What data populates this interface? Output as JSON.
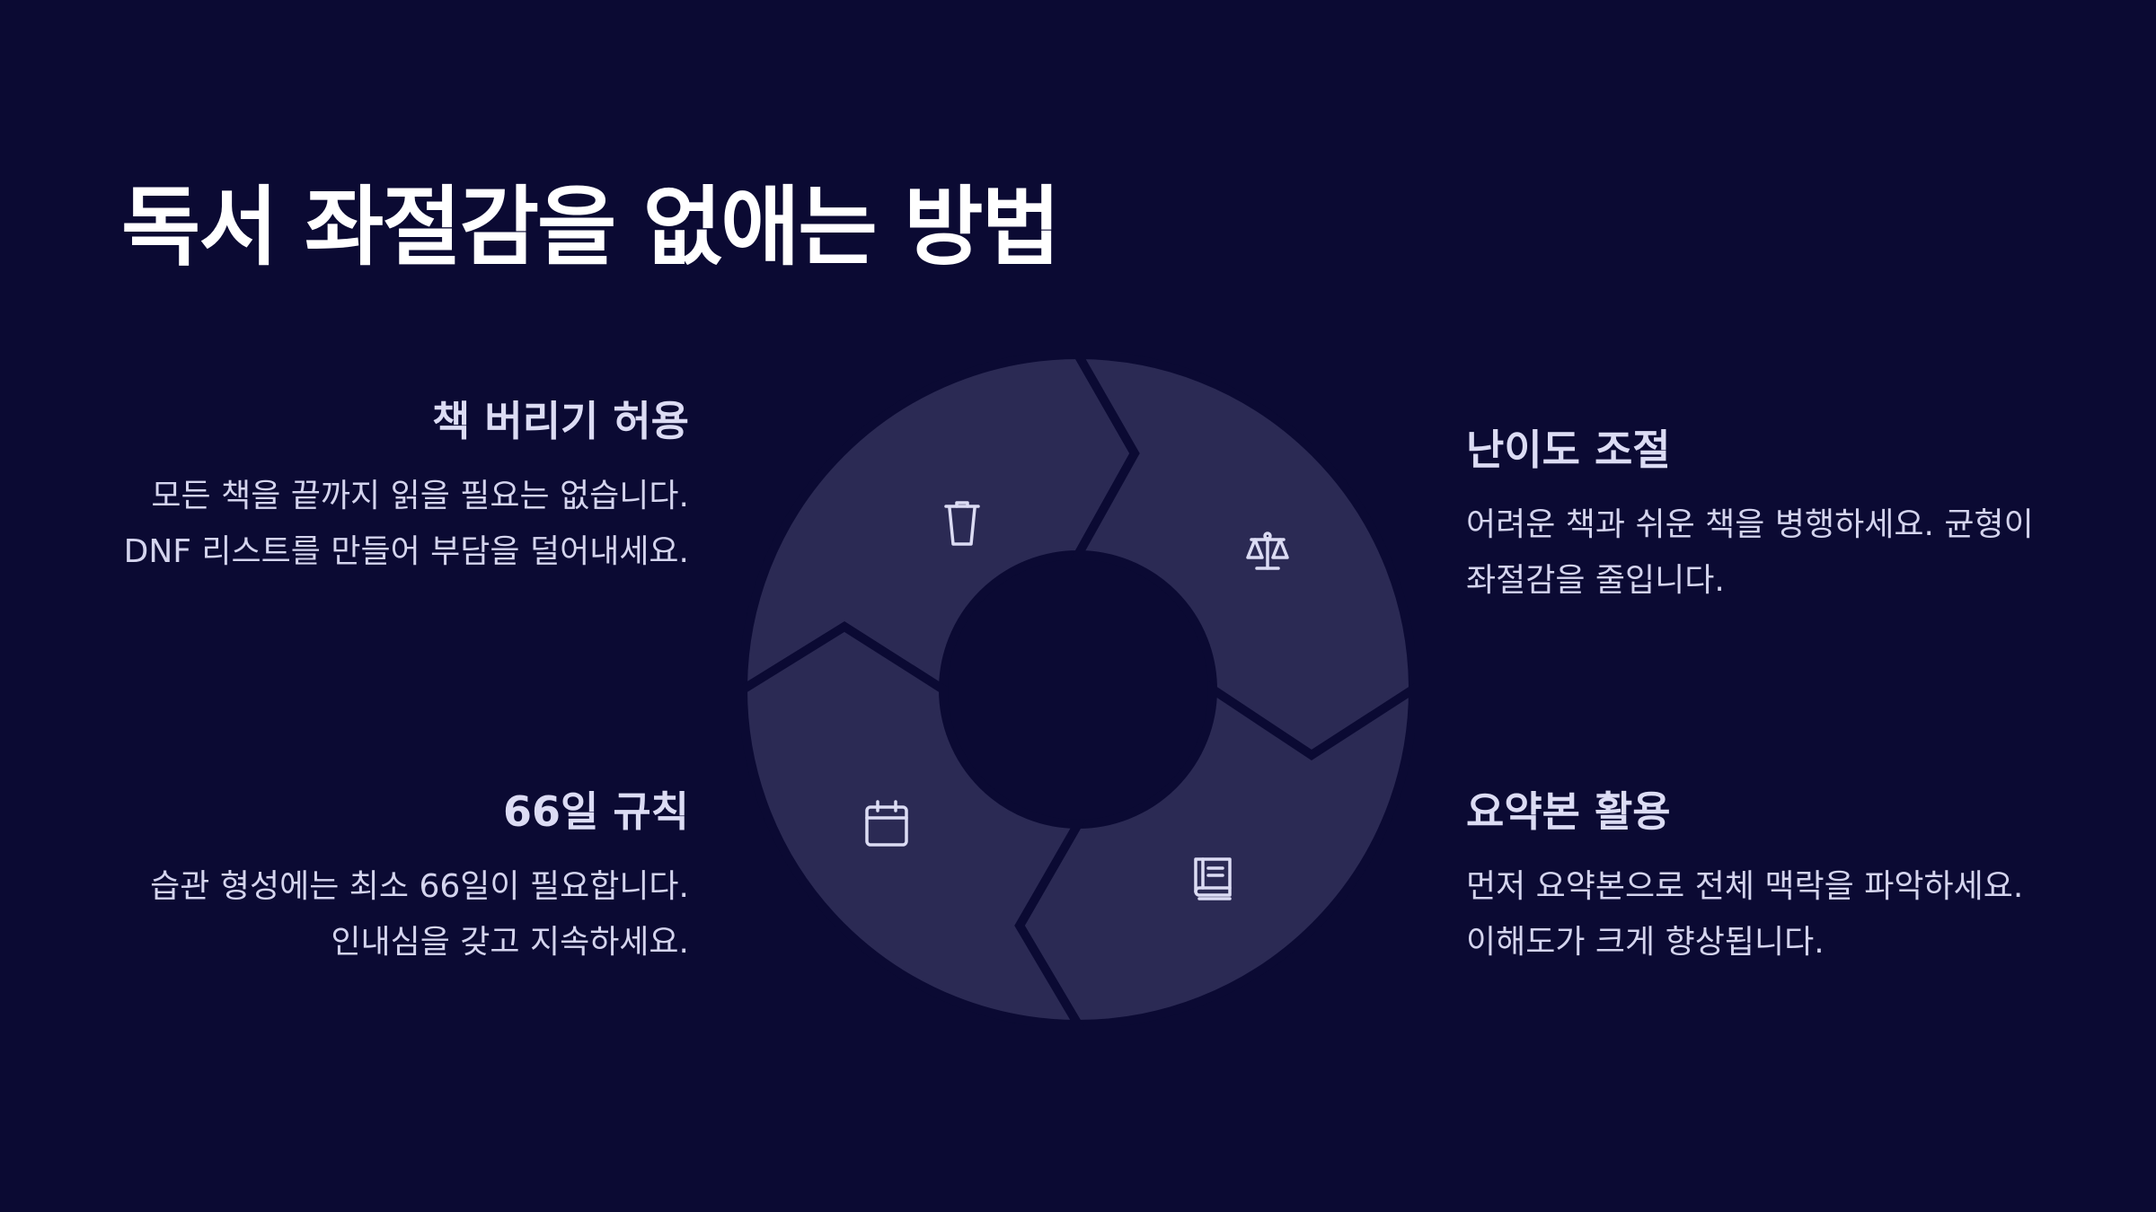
{
  "slide": {
    "title": "독서 좌절감을 없애는 방법"
  },
  "steps": [
    {
      "title": "책 버리기 허용",
      "desc": "모든 책을 끝까지 읽을 필요는 없습니다. DNF 리스트를 만들어 부담을 덜어내세요.",
      "icon": "trash-icon"
    },
    {
      "title": "난이도 조절",
      "desc": "어려운 책과 쉬운 책을 병행하세요. 균형이 좌절감을 줄입니다.",
      "icon": "balance-scale-icon"
    },
    {
      "title": "요약본 활용",
      "desc": "먼저 요약본으로 전체 맥락을 파악하세요. 이해도가 크게 향상됩니다.",
      "icon": "book-icon"
    },
    {
      "title": "66일 규칙",
      "desc": "습관 형성에는 최소 66일이 필요합니다. 인내심을 갖고 지속하세요.",
      "icon": "calendar-icon"
    }
  ],
  "colors": {
    "background": "#0b0a33",
    "segment": "#2b2a54",
    "text": "#d4d4ee",
    "title": "#ffffff"
  }
}
